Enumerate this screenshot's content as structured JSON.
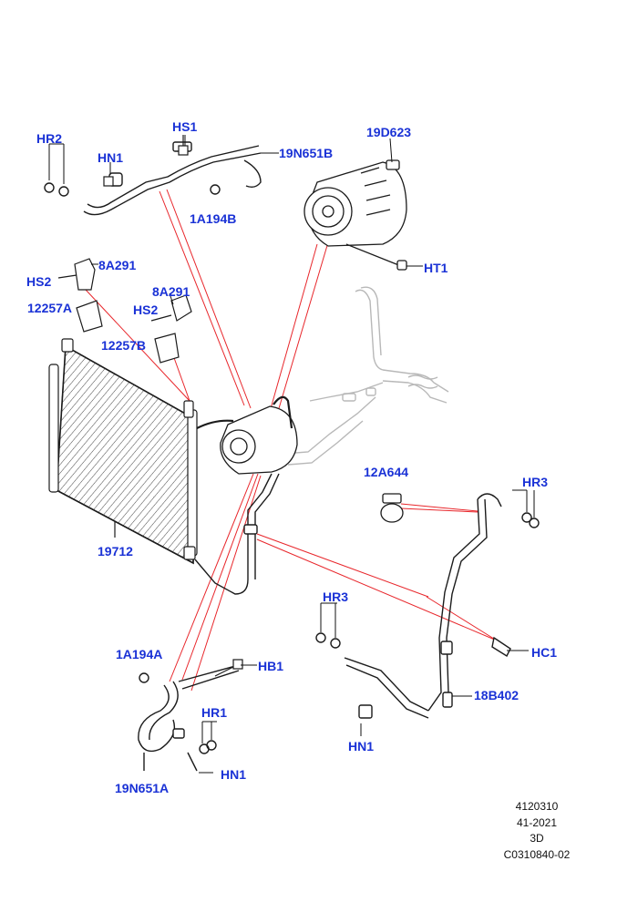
{
  "colors": {
    "callout_text": "#1a32d6",
    "leader_line": "#e8262b",
    "part_line": "#1b1b1b",
    "ghost_line": "#b8b8b8"
  },
  "callouts": {
    "hr2": "HR2",
    "hn1_top": "HN1",
    "hs1": "HS1",
    "n19n651b": "19N651B",
    "n1a194b": "1A194B",
    "n19d623": "19D623",
    "ht1": "HT1",
    "n8a291_left": "8A291",
    "hs2_left": "HS2",
    "n12257a": "12257A",
    "n8a291_right": "8A291",
    "hs2_right": "HS2",
    "n12257b": "12257B",
    "n12a644": "12A644",
    "hr3_right": "HR3",
    "n19712": "19712",
    "hr3_mid": "HR3",
    "hc1": "HC1",
    "n1a194a": "1A194A",
    "hb1": "HB1",
    "hr1": "HR1",
    "hn1_lower": "HN1",
    "n18b402": "18B402",
    "hn1_bottom": "HN1",
    "n19n651a": "19N651A"
  },
  "footer": {
    "line1": "4120310",
    "line2": "41-2021",
    "line3": "3D",
    "line4": "C0310840-02"
  }
}
